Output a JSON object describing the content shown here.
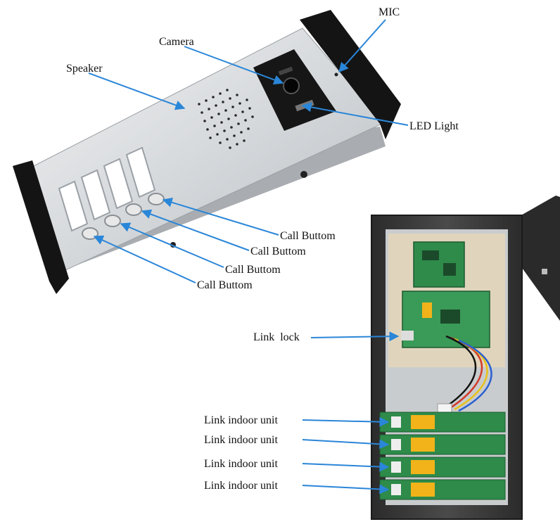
{
  "labels": {
    "mic": "MIC",
    "camera": "Camera",
    "speaker": "Speaker",
    "led_light": "LED Light",
    "call_button_1": "Call Buttom",
    "call_button_2": "Call Buttom",
    "call_button_3": "Call Buttom",
    "call_button_4": "Call Buttom",
    "link_lock": "Link  lock",
    "link_indoor_unit_1": "Link indoor unit",
    "link_indoor_unit_2": "Link indoor unit",
    "link_indoor_unit_3": "Link indoor unit",
    "link_indoor_unit_4": "Link indoor unit"
  },
  "colors": {
    "arrow": "#2a86d8",
    "panel_silver": "#d9dcdf",
    "end_caps": "#141414",
    "pcb_green": "#2e8b4a",
    "relay_yellow": "#f2b31a",
    "housing_dark": "#3a3a3a"
  }
}
